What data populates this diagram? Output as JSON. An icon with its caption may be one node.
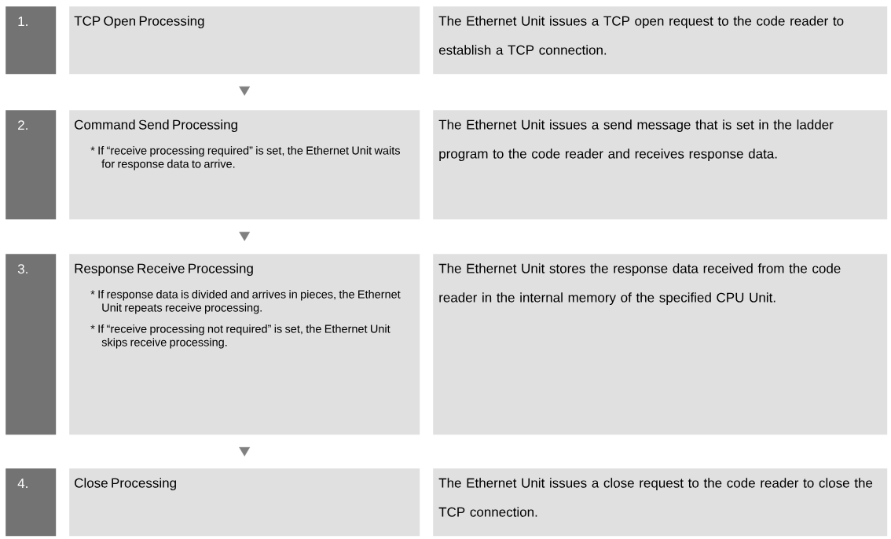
{
  "diagram": {
    "nodes": [
      {
        "text": [
          "1."
        ]
      },
      {
        "text": [
          "TCP Open Processing"
        ]
      },
      {
        "text": [
          "The Ethernet Unit issues a TCP open request to the code reader to establish a TCP connection."
        ]
      },
      {
        "text": [
          "2."
        ]
      },
      {
        "text": [
          "Command Send Processing",
          "* If “receive processing required” is set, the Ethernet Unit waits for response data to arrive."
        ]
      },
      {
        "text": [
          "The Ethernet Unit issues a send message that is set in the ladder program to the code reader and receives response data."
        ]
      },
      {
        "text": [
          "3."
        ]
      },
      {
        "text": [
          "Response Receive Processing",
          "* If response data is divided and arrives in pieces, the Ethernet Unit repeats receive processing.",
          "* If “receive processing not required” is set, the Ethernet Unit skips receive processing."
        ]
      },
      {
        "text": [
          "The Ethernet Unit stores the response data received from the code reader in the internal memory of the specified CPU Unit."
        ]
      },
      {
        "text": [
          "4."
        ]
      },
      {
        "text": [
          "Close Processing"
        ]
      },
      {
        "text": [
          "The Ethernet Unit issues a close request to the code reader to close the TCP connection."
        ]
      }
    ],
    "edges": [
      {
        "from": 1,
        "to": 4,
        "arrow": "to"
      },
      {
        "from": 4,
        "to": 7,
        "arrow": "to"
      },
      {
        "from": 7,
        "to": 10,
        "arrow": "to"
      }
    ]
  }
}
